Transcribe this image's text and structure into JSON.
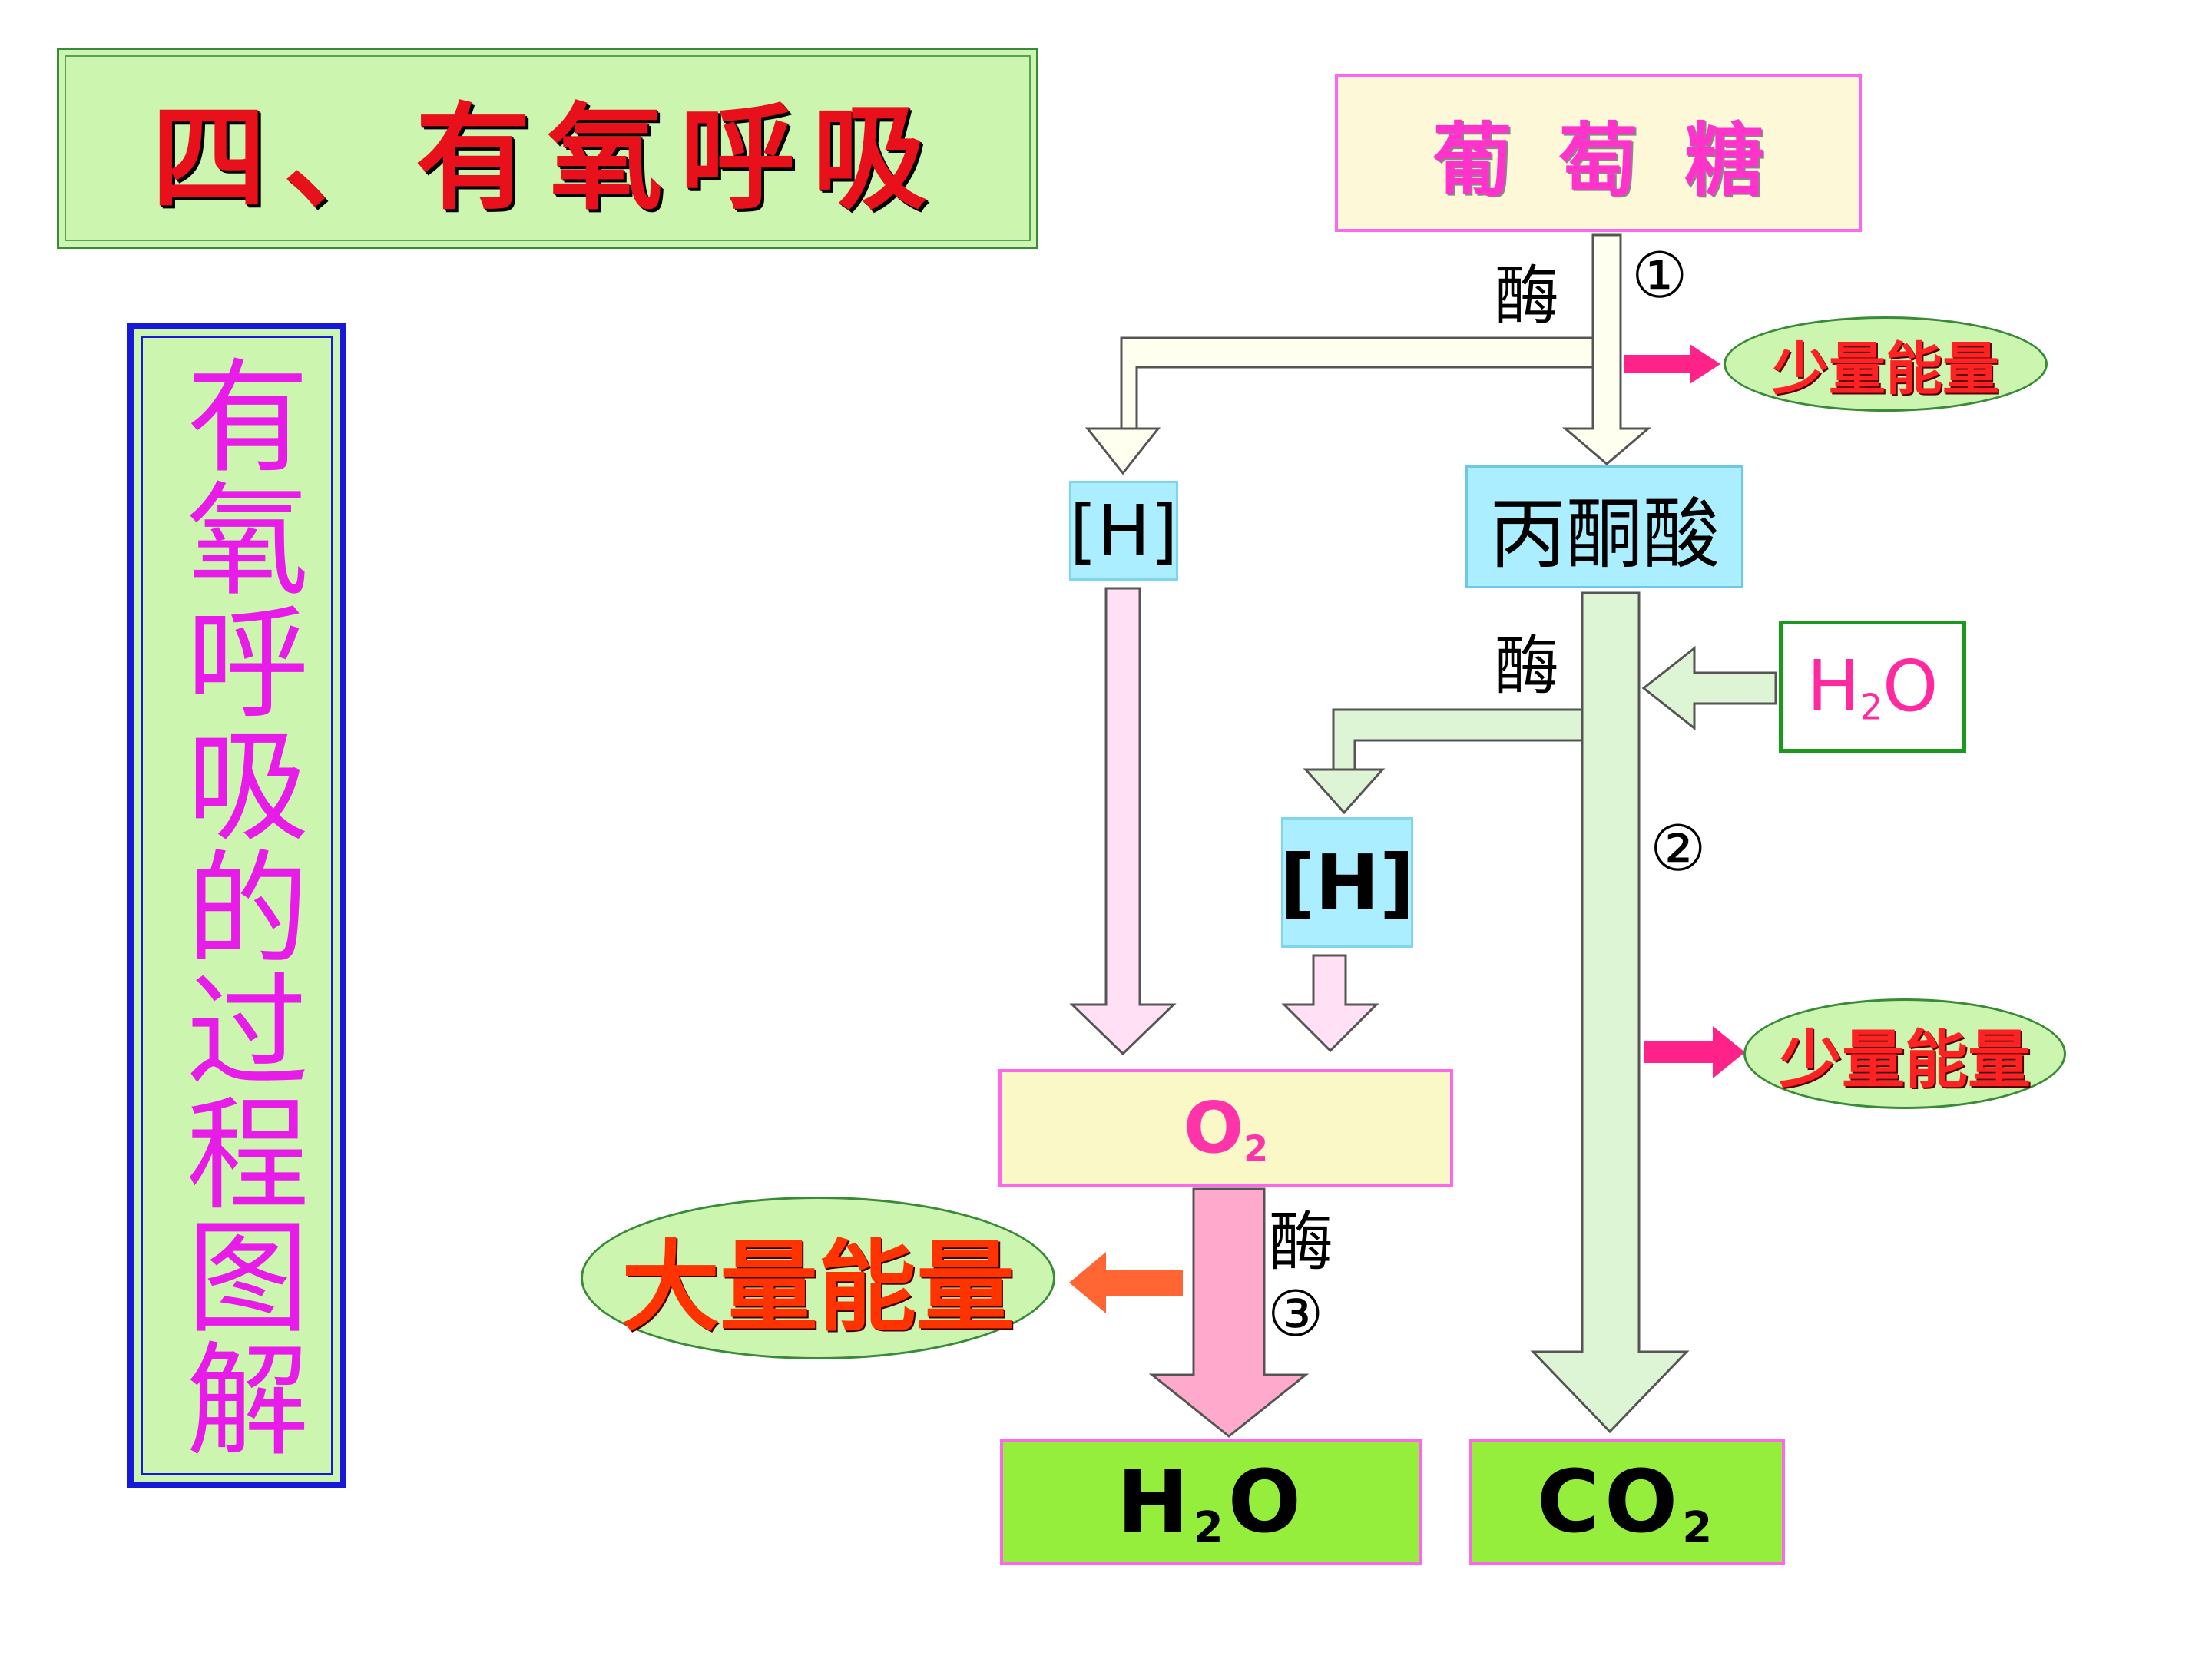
{
  "title": "四、有氧呼吸",
  "side_label": "有氧呼吸的过程图解",
  "nodes": {
    "glucose": "葡萄糖",
    "h_first": "[H]",
    "pyruvate": "丙酮酸",
    "water_in": "H",
    "water_in_sub": "2",
    "water_in_tail": "O",
    "h_second": "[H]",
    "oxygen": "O",
    "oxygen_sub": "2",
    "water_out": "H",
    "water_out_sub": "2",
    "water_out_tail": "O",
    "co2": "CO",
    "co2_sub": "2"
  },
  "enzyme_labels": [
    "酶",
    "酶",
    "酶"
  ],
  "steps": [
    "①",
    "②",
    "③"
  ],
  "energy": {
    "small_1": "少量能量",
    "small_2": "少量能量",
    "large": "大量能量"
  },
  "colors": {
    "title_text": "#e8101a",
    "side_text": "#e81ce8",
    "panel_bg": "#ccf5b0",
    "side_border": "#1818d8",
    "glucose_text": "#ff33cc",
    "node_bg_blue": "#aaeeff",
    "product_bg": "#96ee3c"
  }
}
